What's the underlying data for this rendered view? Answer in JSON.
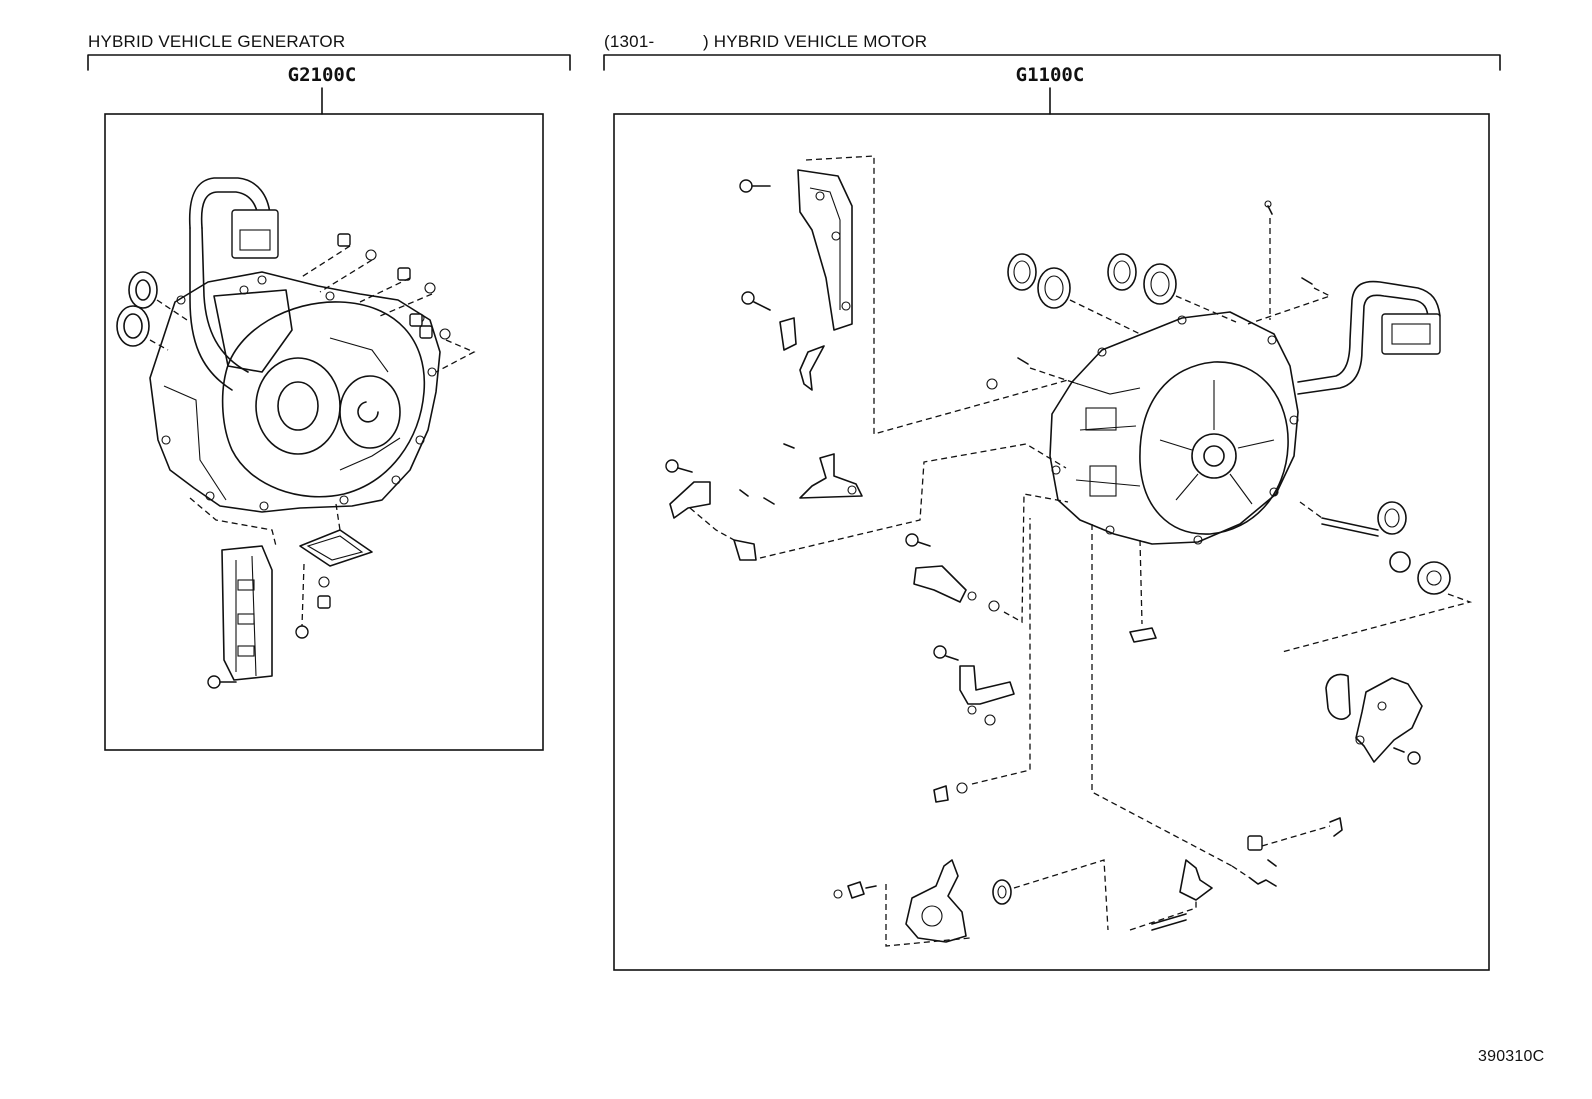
{
  "left_group": {
    "header": "HYBRID VEHICLE GENERATOR",
    "code": "G2100C"
  },
  "right_group": {
    "header_prefix": "(1301-",
    "header": ") HYBRID VEHICLE MOTOR",
    "code": "G1100C"
  },
  "illustration_id": "390310C"
}
